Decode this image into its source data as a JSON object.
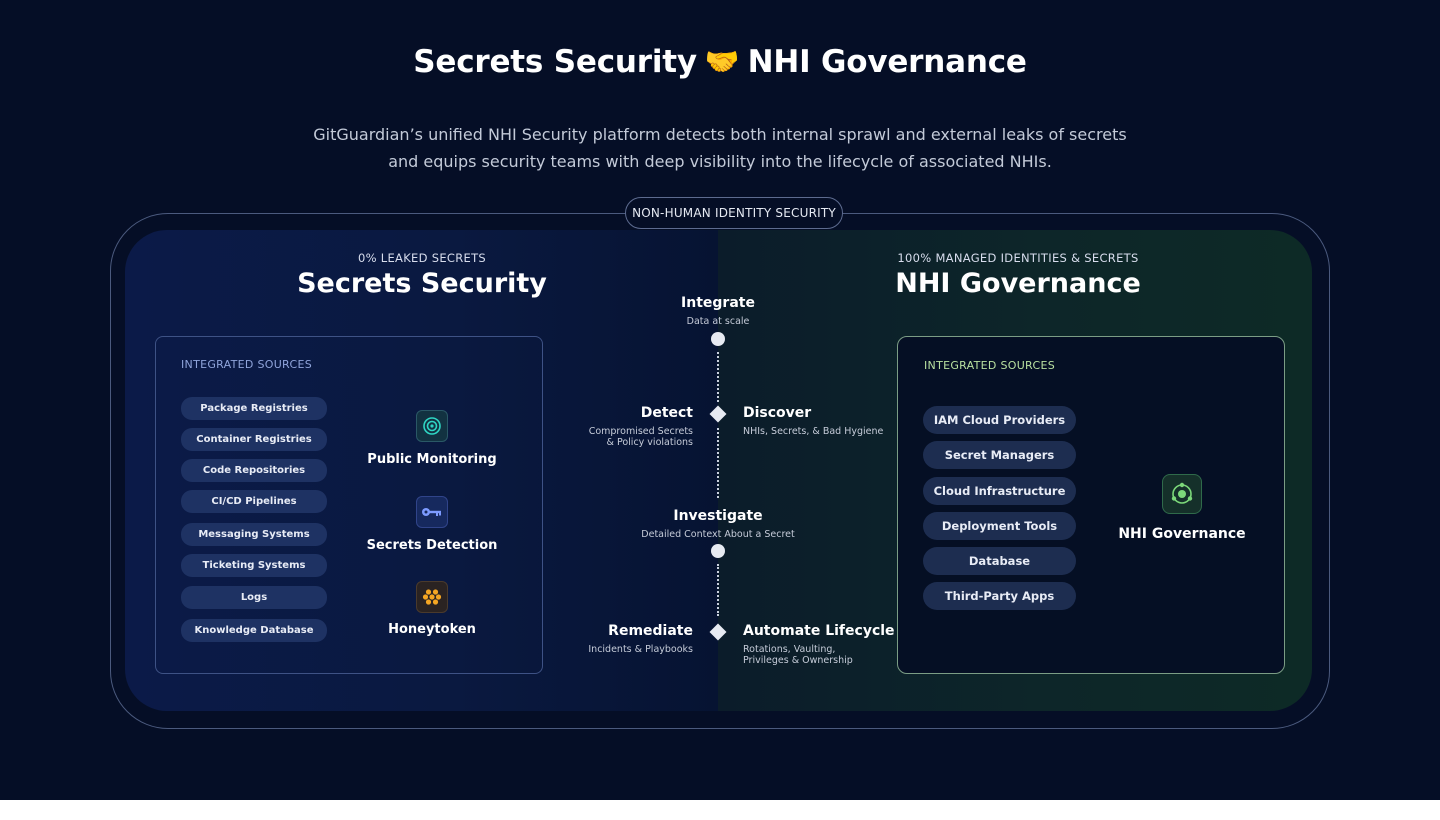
{
  "header": {
    "title_left": "Secrets Security",
    "title_emoji": "🤝",
    "title_right": "NHI Governance",
    "subtitle_line1": "GitGuardian’s unified NHI Security platform detects both internal sprawl and external leaks of secrets",
    "subtitle_line2": "and equips security teams with deep visibility into the lifecycle of associated NHIs."
  },
  "frame": {
    "label": "NON-HUMAN IDENTITY SECURITY"
  },
  "left_panel": {
    "eyebrow": "0% LEAKED SECRETS",
    "title": "Secrets Security",
    "box_label": "INTEGRATED SOURCES",
    "sources": [
      "Package Registries",
      "Container Registries",
      "Code Repositories",
      "CI/CD Pipelines",
      "Messaging Systems",
      "Ticketing Systems",
      "Logs",
      "Knowledge Database"
    ],
    "tools": [
      {
        "label": "Public Monitoring",
        "icon": "radar-icon"
      },
      {
        "label": "Secrets Detection",
        "icon": "key-icon"
      },
      {
        "label": "Honeytoken",
        "icon": "honeycomb-icon"
      }
    ]
  },
  "right_panel": {
    "eyebrow": "100% MANAGED IDENTITIES & SECRETS",
    "title": "NHI Governance",
    "box_label": "INTEGRATED SOURCES",
    "sources": [
      "IAM Cloud Providers",
      "Secret Managers",
      "Cloud Infrastructure",
      "Deployment Tools",
      "Database",
      "Third-Party Apps"
    ],
    "tool": {
      "label": "NHI Governance",
      "icon": "nhi-orbit-icon"
    }
  },
  "timeline": {
    "integrate": {
      "title": "Integrate",
      "sub": "Data at scale"
    },
    "detect": {
      "title": "Detect",
      "sub1": "Compromised Secrets",
      "sub2": "& Policy violations"
    },
    "discover": {
      "title": "Discover",
      "sub": "NHIs, Secrets, & Bad Hygiene"
    },
    "investigate": {
      "title": "Investigate",
      "sub": "Detailed Context About a Secret"
    },
    "remediate": {
      "title": "Remediate",
      "sub": "Incidents & Playbooks"
    },
    "automate": {
      "title": "Automate Lifecycle",
      "sub1": "Rotations, Vaulting,",
      "sub2": "Privileges & Ownership"
    }
  },
  "colors": {
    "background": "#050e26",
    "left_panel": "#0b1a48",
    "right_panel": "#0d2629",
    "chip": "#1e3263",
    "accent_green": "#7cd87a",
    "accent_blue": "#6f8cff",
    "accent_orange": "#f5a623"
  }
}
